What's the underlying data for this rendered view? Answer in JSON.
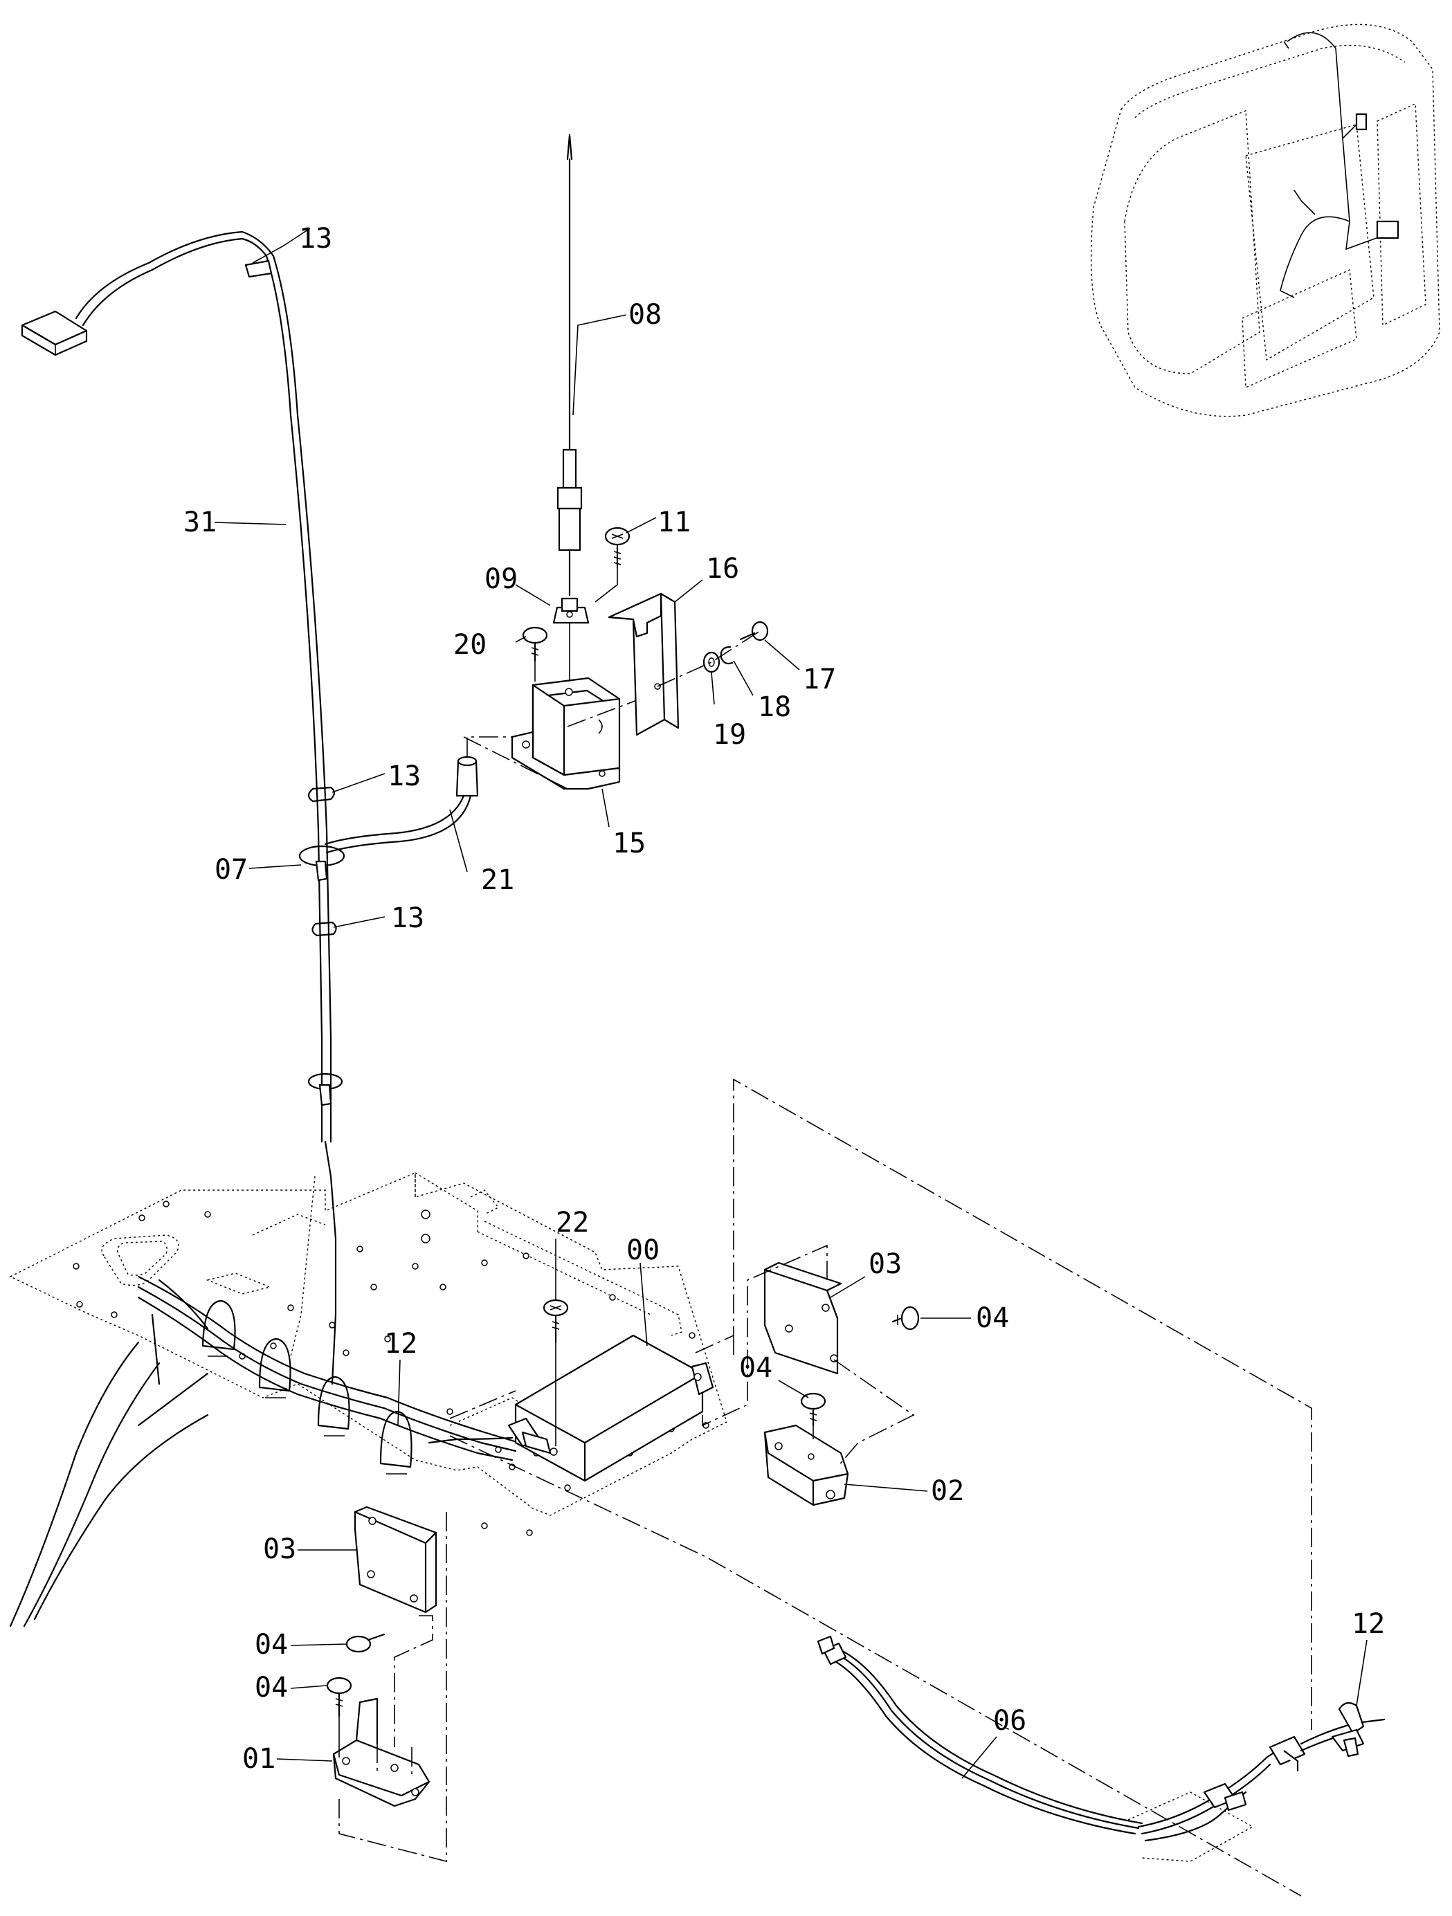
{
  "labels": {
    "l00": "00",
    "l01": "01",
    "l02": "02",
    "l03a": "03",
    "l03b": "03",
    "l04a": "04",
    "l04b": "04",
    "l04c": "04",
    "l04d": "04",
    "l06": "06",
    "l07": "07",
    "l08": "08",
    "l09": "09",
    "l11": "11",
    "l12a": "12",
    "l12b": "12",
    "l13a": "13",
    "l13b": "13",
    "l13c": "13",
    "l15": "15",
    "l16": "16",
    "l17": "17",
    "l18": "18",
    "l19": "19",
    "l20": "20",
    "l21": "21",
    "l22": "22",
    "l31": "31"
  },
  "icons": {
    "cab": "cab-location-icon",
    "antenna": "antenna-icon",
    "module": "controller-box-icon"
  }
}
